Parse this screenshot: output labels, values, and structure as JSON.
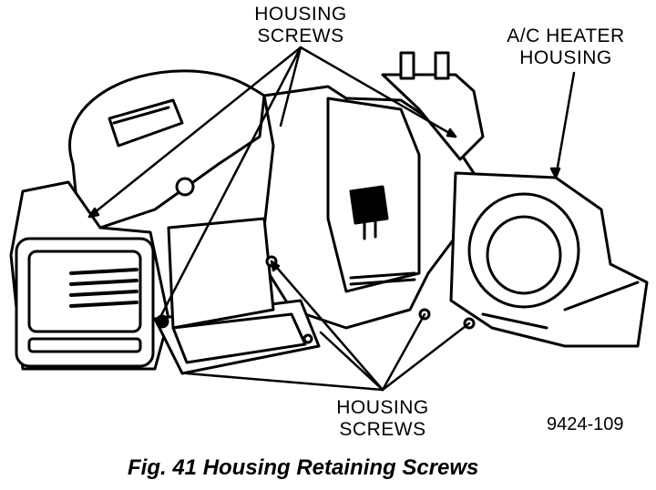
{
  "labels": {
    "top_screws": [
      "HOUSING",
      "SCREWS"
    ],
    "ac_heater_housing": [
      "A/C HEATER",
      "HOUSING"
    ],
    "bottom_screws": [
      "HOUSING",
      "SCREWS"
    ]
  },
  "part_number": "9424-109",
  "caption": "Fig. 41 Housing Retaining Screws",
  "colors": {
    "ink": "#000000",
    "paper": "#ffffff"
  }
}
